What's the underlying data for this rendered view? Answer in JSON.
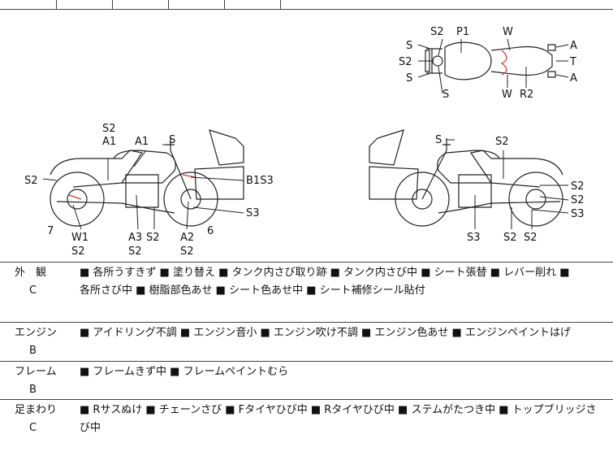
{
  "diagram": {
    "labels": {
      "top": {
        "s_a": "S",
        "s2_a": "S2",
        "s_b": "S",
        "s_c": "S",
        "s2_b": "S2",
        "p1": "P1",
        "w_a": "W",
        "w_b": "W",
        "r2": "R2",
        "a_a": "A",
        "t": "T",
        "a_b": "A"
      },
      "left": {
        "s2_top": "S2",
        "a1_a": "A1",
        "a1_b": "A1",
        "s": "S",
        "s2_left": "S2",
        "b1s3": "B1S3",
        "s3": "S3",
        "seven": "7",
        "six": "6",
        "w1": "W1",
        "s2_w1": "S2",
        "a3": "A3",
        "s2_a3": "S2",
        "s2_mid": "S2",
        "a2": "A2",
        "s2_a2": "S2"
      },
      "right": {
        "s": "S",
        "s2_top": "S2",
        "s2_r1": "S2",
        "s2_r2": "S2",
        "s3_r": "S3",
        "s3_b": "S3",
        "s2_b1": "S2",
        "s2_b2": "S2"
      }
    }
  },
  "sections": [
    {
      "category": "外　観",
      "grade": "C",
      "line1": "■ 各所うすきず ■ 塗り替え ■ タンク内さび取り跡 ■ タンク内さび中 ■ シート張替 ■ レバー削れ ■",
      "line2": "各所さび中 ■ 樹脂部色あせ ■ シート色あせ中 ■ シート補修シール貼付"
    },
    {
      "category": "エンジン",
      "grade": "B",
      "line1": "■ アイドリング不調 ■ エンジン音小 ■ エンジン吹け不調 ■ エンジン色あせ ■ エンジンペイントはげ",
      "line2": ""
    },
    {
      "category": "フレーム",
      "grade": "B",
      "line1": "■ フレームきず中 ■ フレームペイントむら",
      "line2": ""
    },
    {
      "category": "足まわり",
      "grade": "C",
      "line1": "■ Rサスぬけ ■ チェーンさび ■ Fタイヤひび中 ■ Rタイヤひび中 ■ ステムがたつき中 ■ トップブリッジさ",
      "line2": "び中"
    }
  ]
}
